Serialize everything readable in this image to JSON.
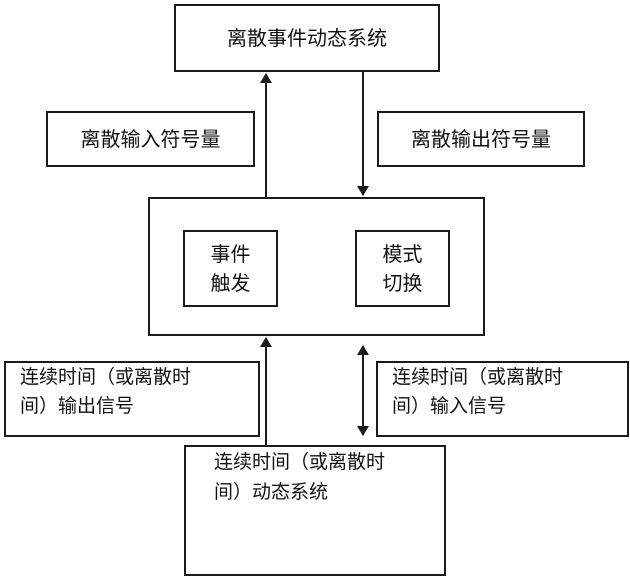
{
  "nodes": {
    "top_system": "离散事件动态系统",
    "input_symbol": "离散输入符号量",
    "output_symbol": "离散输出符号量",
    "event_trigger": [
      "事件",
      "触发"
    ],
    "mode_switch": [
      "模式",
      "切换"
    ],
    "output_signal": [
      "连续时间（或离散时",
      "间）输出信号"
    ],
    "input_signal": [
      "连续时间（或离散时",
      "间）输入信号"
    ],
    "bottom_system": [
      "连续时间（或离散时",
      "间）动态系统"
    ]
  },
  "colors": {
    "stroke": "#1a1a1a",
    "background": "#ffffff"
  }
}
